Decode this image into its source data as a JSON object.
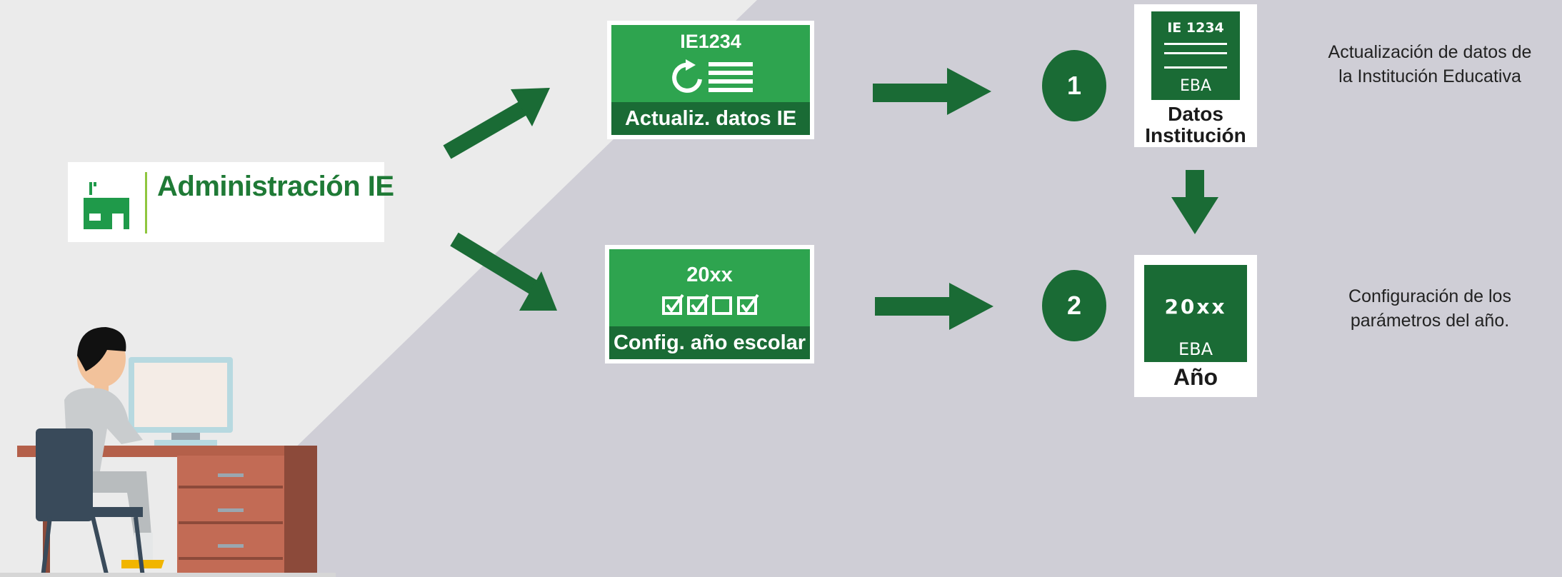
{
  "admin": {
    "title": "Administración IE",
    "icon": "school-building-icon"
  },
  "tiles": [
    {
      "header": "IE1234",
      "label": "Actualiz. datos IE",
      "icon": "refresh-list-icon"
    },
    {
      "header": "20xx",
      "label": "Config. año escolar",
      "icon": "checkbox-row-icon"
    }
  ],
  "steps": [
    {
      "number": "1",
      "card": {
        "code": "IE 1234",
        "badge": "EBA",
        "caption_line1": "Datos",
        "caption_line2": "Institución"
      },
      "description_line1": "Actualización de datos de",
      "description_line2": "la Institución Educativa"
    },
    {
      "number": "2",
      "card": {
        "code": "20xx",
        "badge": "EBA",
        "caption_line1": "Año"
      },
      "description_line1": "Configuración de los",
      "description_line2": "parámetros del año."
    }
  ],
  "colors": {
    "background": "#cfced6",
    "background_light": "#ebebeb",
    "green_dark": "#1a6b35",
    "green_tile": "#2ea44f",
    "admin_text": "#1f7a36"
  }
}
